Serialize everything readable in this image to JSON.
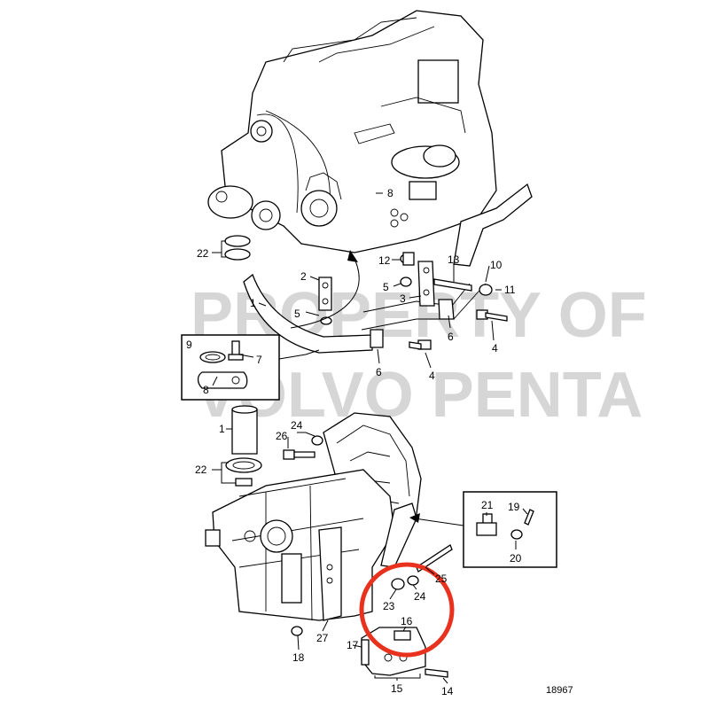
{
  "watermark": {
    "line1": "PROPERTY OF",
    "line2": "VOLVO PENTA"
  },
  "drawing_number": "18967",
  "highlight_color": "#e8321e",
  "labels": {
    "n22a": "22",
    "n8a": "8",
    "n12": "12",
    "n13": "13",
    "n10": "10",
    "n2": "2",
    "n5a": "5",
    "n5b": "5",
    "n11": "11",
    "n1a": "1",
    "n3": "3",
    "n6a": "6",
    "n4a": "4",
    "n9": "9",
    "n7": "7",
    "n8b": "8",
    "n6b": "6",
    "n4b": "4",
    "n1b": "1",
    "n24a": "24",
    "n26": "26",
    "n22b": "22",
    "n21": "21",
    "n19": "19",
    "n20": "20",
    "n25": "25",
    "n23": "23",
    "n24b": "24",
    "n16": "16",
    "n27": "27",
    "n18": "18",
    "n17": "17",
    "n15": "15",
    "n14": "14"
  }
}
